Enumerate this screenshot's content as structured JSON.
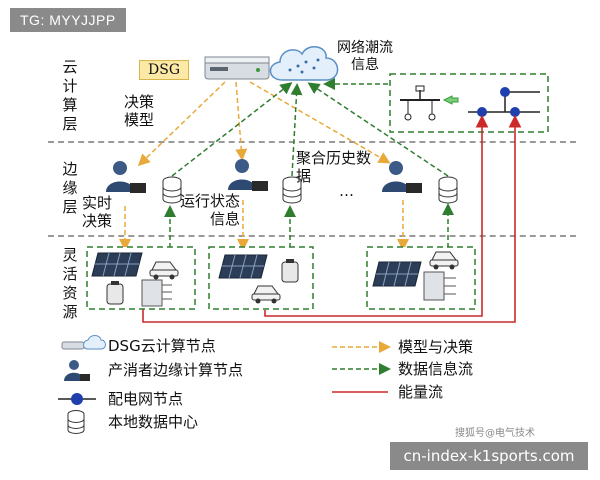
{
  "tag": "TG: MYYJJPP",
  "layers": {
    "cloud": "云计算层",
    "edge": "边缘层",
    "flexible": "灵活资源"
  },
  "labels": {
    "dsg": "DSG",
    "network_flow": "网络潮流信息",
    "decision_model": "决策模型",
    "aggregate_history": "聚合历史数据",
    "realtime_decision": "实时决策",
    "operating_status": "运行状态信息",
    "ellipsis": "…"
  },
  "legend": {
    "dsg_node": "DSG云计算节点",
    "prosumer_edge": "产消者边缘计算节点",
    "grid_node": "配电网节点",
    "local_dc": "本地数据中心",
    "model_decision": "模型与决策",
    "data_flow": "数据信息流",
    "energy_flow": "能量流"
  },
  "watermark": "搜狐号@电气技术",
  "footer": "cn-index-k1sports.com",
  "colors": {
    "model_decision": "#e8a93a",
    "data_flow": "#2f7d2f",
    "energy_flow": "#cc2a2a",
    "grid_node": "#1f3fae"
  }
}
